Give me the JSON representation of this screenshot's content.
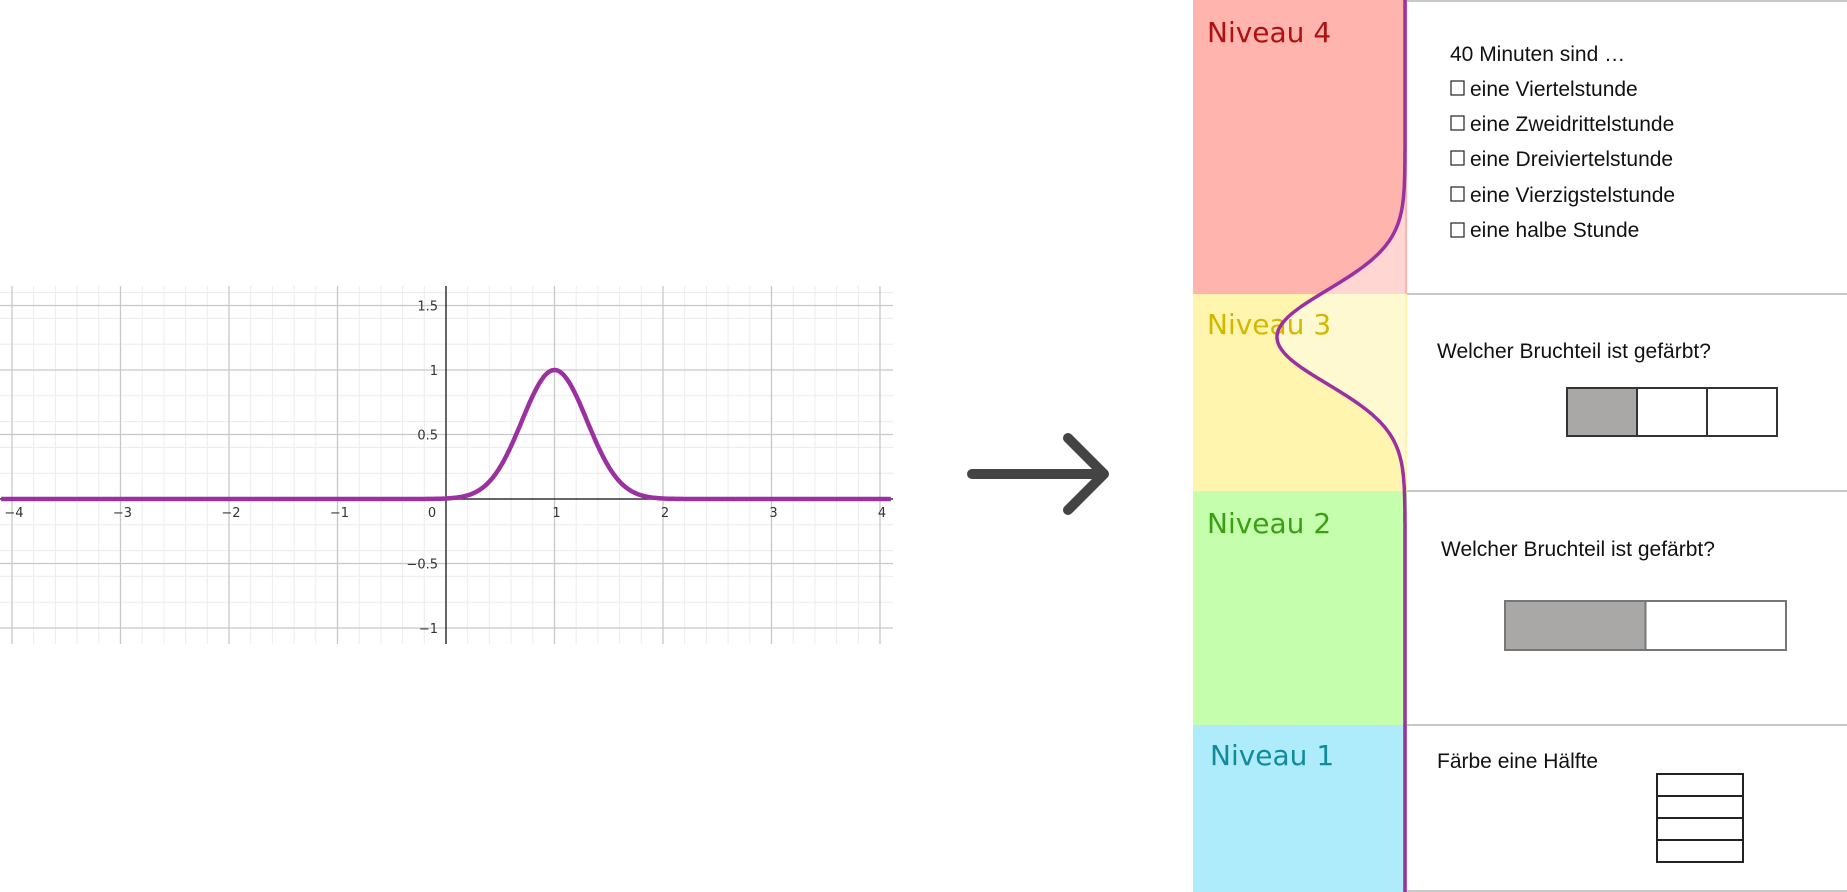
{
  "chart_data": {
    "type": "line",
    "title": "",
    "xlabel": "",
    "ylabel": "",
    "xlim": [
      -4.1,
      4.1
    ],
    "ylim": [
      -1.1,
      1.65
    ],
    "x_ticks": [
      -4,
      -3,
      -2,
      -1,
      1,
      2,
      3,
      4
    ],
    "x_tick_labels": [
      "−4",
      "−3",
      "−2",
      "−1",
      "1",
      "2",
      "3",
      "4"
    ],
    "y_ticks": [
      1.5,
      1,
      0.5,
      -0.5,
      -1
    ],
    "y_tick_labels": [
      "1.5",
      "1",
      "0.5",
      "−0.5",
      "−1"
    ],
    "origin_label": "0",
    "grid": true,
    "series": [
      {
        "function": "gaussian",
        "mean": 1,
        "sd": 0.3,
        "peak": 1,
        "color": "#9b30a0"
      }
    ]
  },
  "colors": {
    "curve": "#9b30a0",
    "arrow": "#444444",
    "level4_bg": "#ffb5ae",
    "level3_bg": "#fff5ae",
    "level2_bg": "#c5ffae",
    "level1_bg": "#aeecfc",
    "level4_text": "#b01010",
    "level3_text": "#d4b800",
    "level2_text": "#3aa012",
    "level1_text": "#118a9e",
    "fraction_fill": "#aaa7a7"
  },
  "arrow_icon": "arrow-right-icon",
  "levels": [
    {
      "label": "Niveau 4",
      "question": "40 Minuten sind …",
      "options": [
        "eine Viertelstunde",
        "eine Zweidrittelstunde",
        "eine Dreiviertelstunde",
        "eine Vierzigstelstunde",
        "eine halbe Stunde"
      ]
    },
    {
      "label": "Niveau 3",
      "question": "Welcher Bruchteil ist gefärbt?",
      "fraction": {
        "parts": 3,
        "shaded": 1
      }
    },
    {
      "label": "Niveau 2",
      "question": "Welcher Bruchteil ist gefärbt?",
      "fraction": {
        "parts": 2,
        "shaded": 1
      }
    },
    {
      "label": "Niveau 1",
      "question": "Färbe eine Hälfte",
      "fraction": {
        "parts": 4,
        "shaded": 0
      }
    }
  ]
}
